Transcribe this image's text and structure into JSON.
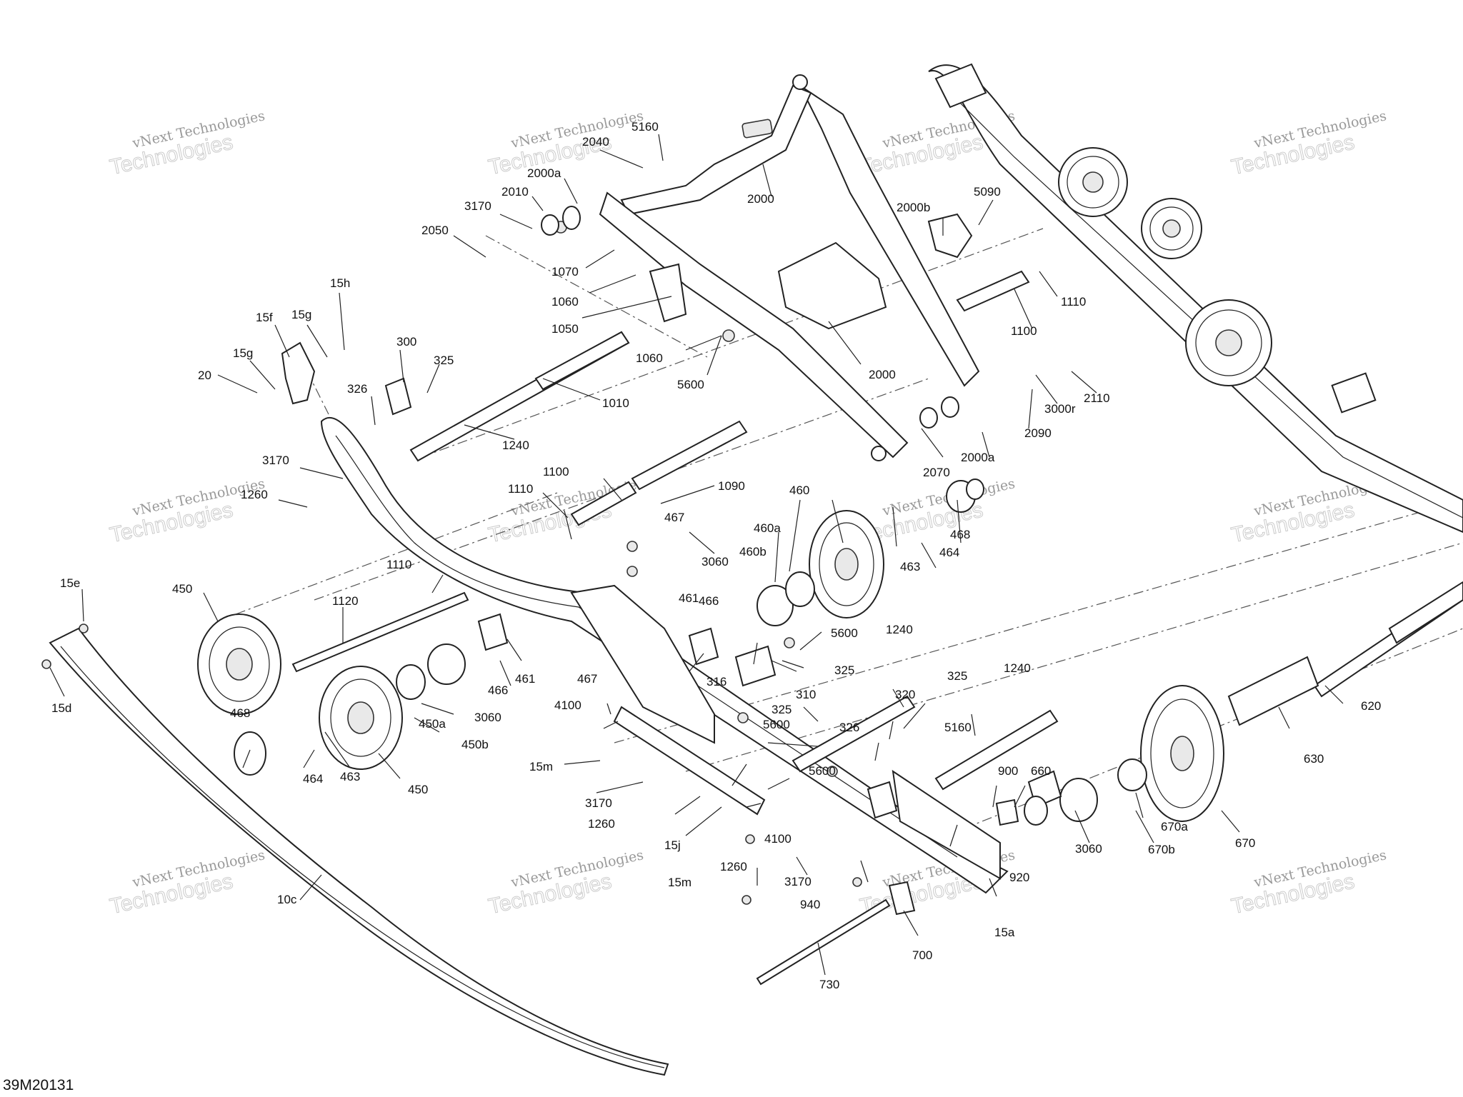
{
  "drawing_number": "39M20131",
  "watermark": {
    "line1": "vNext Technologies",
    "line2": "Technologies",
    "small": "vNext"
  },
  "labels": {
    "l2040": "2040",
    "l5160a": "5160",
    "l2000a_top": "2000a",
    "l2010": "2010",
    "l3170a": "3170",
    "l2050": "2050",
    "l2000_top": "2000",
    "l2000b": "2000b",
    "l5090": "5090",
    "l1070": "1070",
    "l1060a": "1060",
    "l1050": "1050",
    "l1060b": "1060",
    "l5600a": "5600",
    "l2000_mid": "2000",
    "l1110a": "1110",
    "l1100a": "1100",
    "l2110": "2110",
    "l3000r": "3000r",
    "l2090": "2090",
    "l2070": "2070",
    "l2000a_bot": "2000a",
    "l15h": "15h",
    "l15f": "15f",
    "l15g_a": "15g",
    "l15g_b": "15g",
    "l20": "20",
    "l300": "300",
    "l325a": "325",
    "l326a": "326",
    "l1010": "1010",
    "l1240a": "1240",
    "l3170b": "3170",
    "l1260a": "1260",
    "l1100b": "1100",
    "l1110b": "1110",
    "l1090": "1090",
    "l460": "460",
    "l460a": "460a",
    "l460b": "460b",
    "l3060a": "3060",
    "l467a": "467",
    "l468a": "468",
    "l464a": "464",
    "l463a": "463",
    "l1110c": "1110",
    "l15e": "15e",
    "l450a": "450",
    "l1120": "1120",
    "l461a": "461",
    "l466a": "466",
    "l461b": "461",
    "l466b": "466",
    "l5600b": "5600",
    "l1240b": "1240",
    "l325b": "325",
    "l316": "316",
    "l310": "310",
    "l325c": "325",
    "l5600c": "5600",
    "l320": "320",
    "l325d": "325",
    "l1240c": "1240",
    "l15d": "15d",
    "l3060b": "3060",
    "l450a_l": "450a",
    "l450b_l": "450b",
    "l467b": "467",
    "l4100a": "4100",
    "l15m_a": "15m",
    "l468b": "468",
    "l464b": "464",
    "l463b": "463",
    "l450b": "450",
    "l3170c": "3170",
    "l1260b": "1260",
    "l5600d": "5600",
    "l326b": "326",
    "l5160b": "5160",
    "l900": "900",
    "l660": "660",
    "l620": "620",
    "l630": "630",
    "l15j": "15j",
    "l4100b": "4100",
    "l15m_b": "15m",
    "l1260c": "1260",
    "l3170d": "3170",
    "l920": "920",
    "l3060c": "3060",
    "l670a": "670a",
    "l670b": "670b",
    "l670": "670",
    "l10c": "10c",
    "l940": "940",
    "l15a": "15a",
    "l700": "700",
    "l730": "730"
  }
}
